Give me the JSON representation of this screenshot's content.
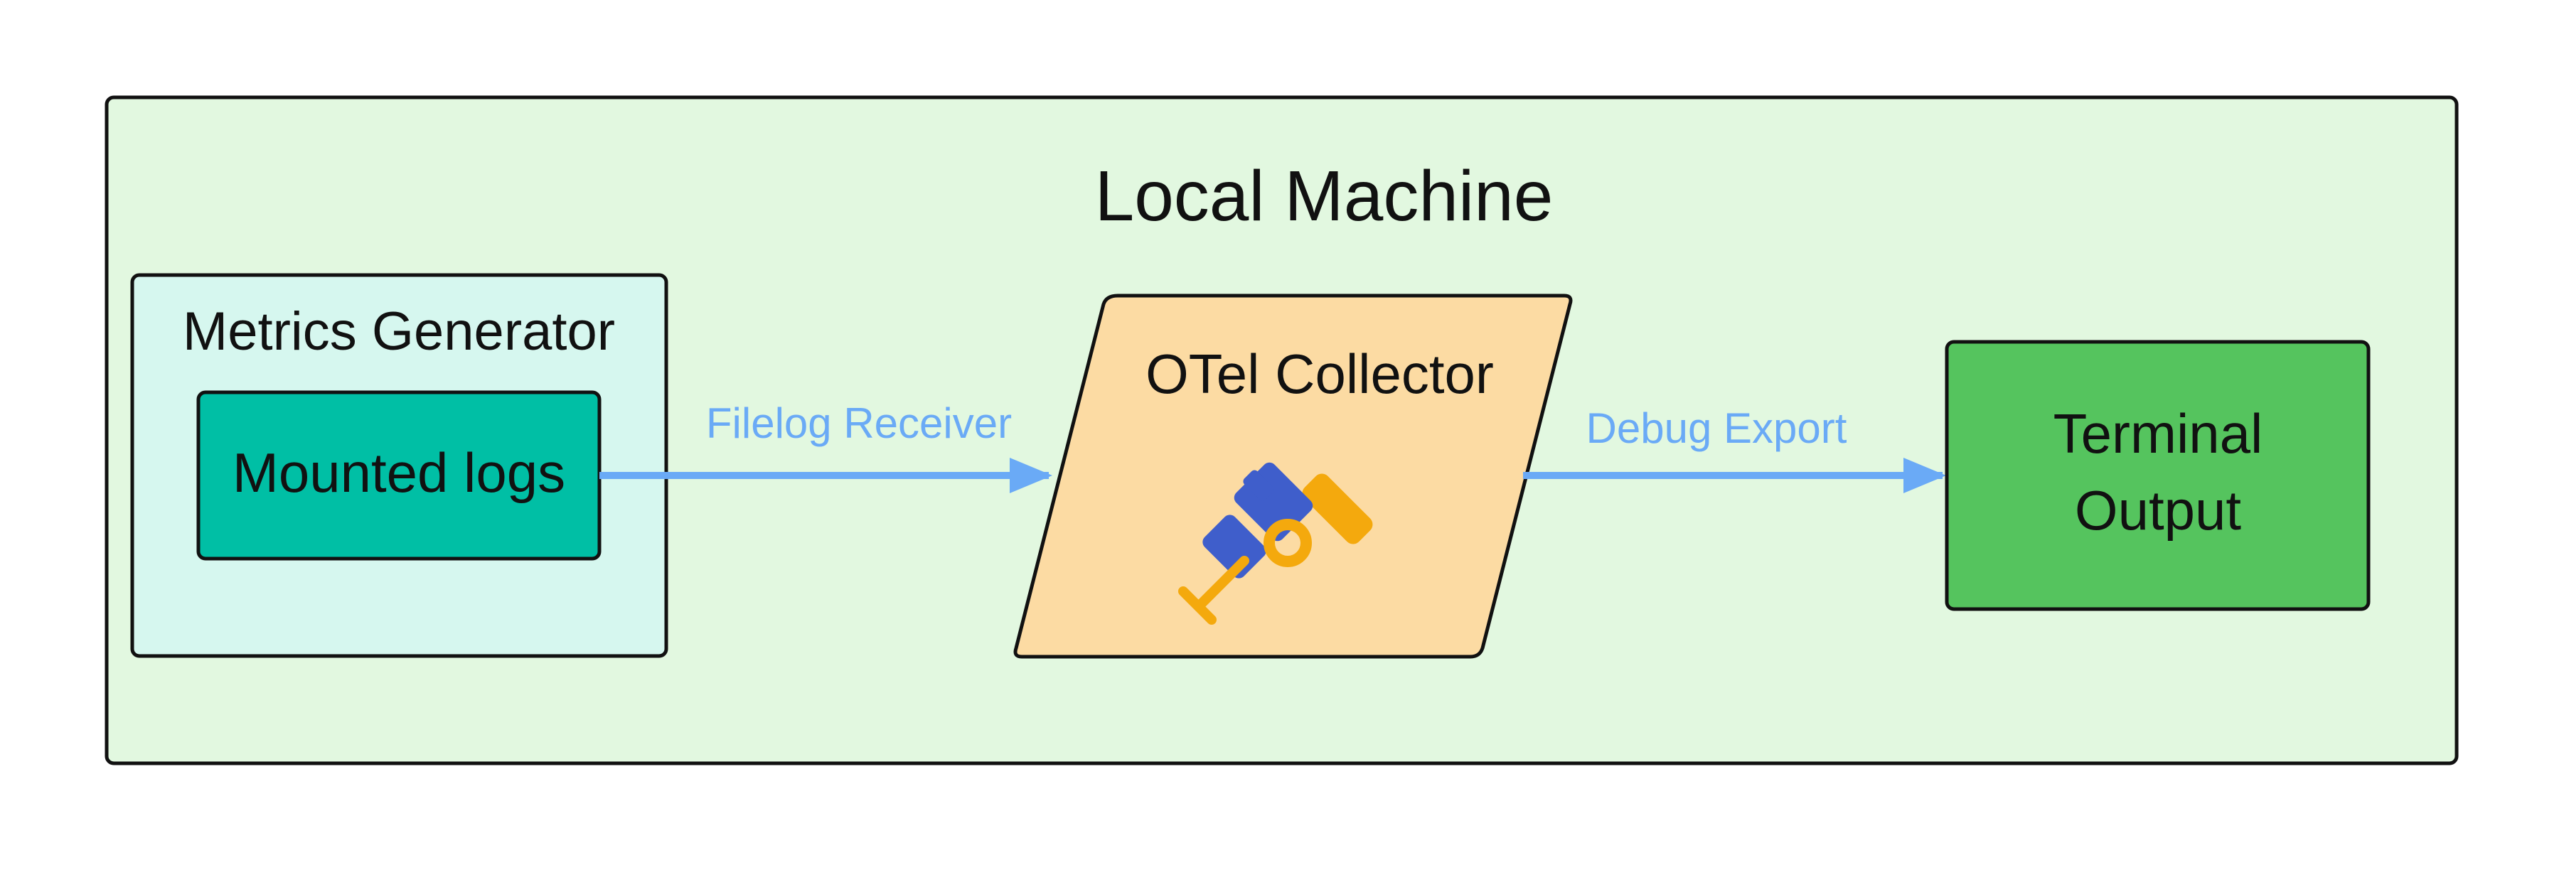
{
  "outer_box": {
    "title": "Local Machine"
  },
  "metrics_generator": {
    "title": "Metrics Generator",
    "inner_label": "Mounted logs"
  },
  "collector": {
    "title": "OTel Collector",
    "icon": "telescope-icon"
  },
  "terminal": {
    "line1": "Terminal",
    "line2": "Output"
  },
  "edges": [
    {
      "label": "Filelog Receiver"
    },
    {
      "label": "Debug Export"
    }
  ],
  "colors": {
    "outer_fill": "#e2f8e0",
    "generator_fill": "#d6f7ef",
    "logs_fill": "#00bfa5",
    "collector_fill": "#fcdba3",
    "terminal_fill": "#55c45e",
    "arrow": "#6aaaf6",
    "edge_label": "#6aaaf6",
    "icon_blue": "#3f5ecb",
    "icon_gold": "#f4a90d",
    "stroke": "#111111"
  }
}
